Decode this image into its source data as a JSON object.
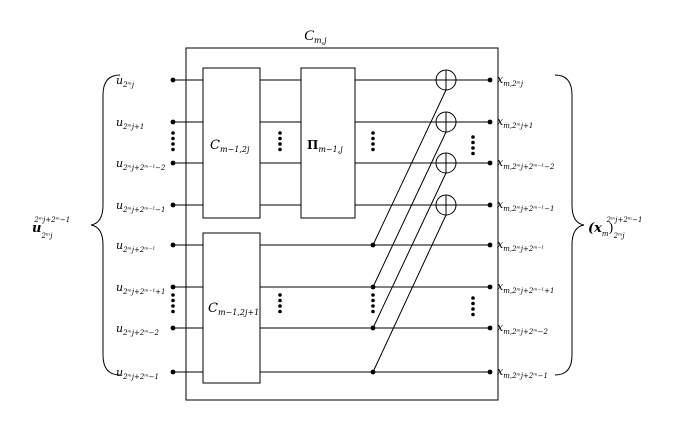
{
  "outer_block": {
    "label_main": "C",
    "label_sub": "m,j"
  },
  "block_top": {
    "label_main": "C",
    "label_sub": "m−1,2j"
  },
  "block_bottom": {
    "label_main": "C",
    "label_sub": "m−1,2j+1"
  },
  "permutation": {
    "label_main": "Π",
    "label_sub": "m−1,j"
  },
  "input_vector": {
    "main": "u",
    "sub": "2ᵐj",
    "sup": "2ᵐj+2ᵐ−1"
  },
  "output_vector": {
    "main": "(x",
    "mid": "m",
    "close": ")",
    "sub": "2ᵐj",
    "sup": "2ᵐj+2ᵐ−1"
  },
  "inputs": [
    {
      "main": "u",
      "sub": "2ᵐj"
    },
    {
      "main": "u",
      "sub": "2ᵐj+1"
    },
    {
      "main": "u",
      "sub": "2ᵐj+2ᵐ⁻¹−2"
    },
    {
      "main": "u",
      "sub": "2ᵐj+2ᵐ⁻¹−1"
    },
    {
      "main": "u",
      "sub": "2ᵐj+2ᵐ⁻¹"
    },
    {
      "main": "u",
      "sub": "2ᵐj+2ᵐ⁻¹+1"
    },
    {
      "main": "u",
      "sub": "2ᵐj+2ᵐ−2"
    },
    {
      "main": "u",
      "sub": "2ᵐj+2ᵐ−1"
    }
  ],
  "outputs": [
    {
      "main": "x",
      "sub": "m,2ᵐj"
    },
    {
      "main": "x",
      "sub": "m,2ᵐj+1"
    },
    {
      "main": "x",
      "sub": "m,2ᵐj+2ᵐ⁻¹−2"
    },
    {
      "main": "x",
      "sub": "m,2ᵐj+2ᵐ⁻¹−1"
    },
    {
      "main": "x",
      "sub": "m,2ᵐj+2ᵐ⁻¹"
    },
    {
      "main": "x",
      "sub": "m,2ᵐj+2ᵐ⁻¹+1"
    },
    {
      "main": "x",
      "sub": "m,2ᵐj+2ᵐ−2"
    },
    {
      "main": "x",
      "sub": "m,2ᵐj+2ᵐ−1"
    }
  ]
}
